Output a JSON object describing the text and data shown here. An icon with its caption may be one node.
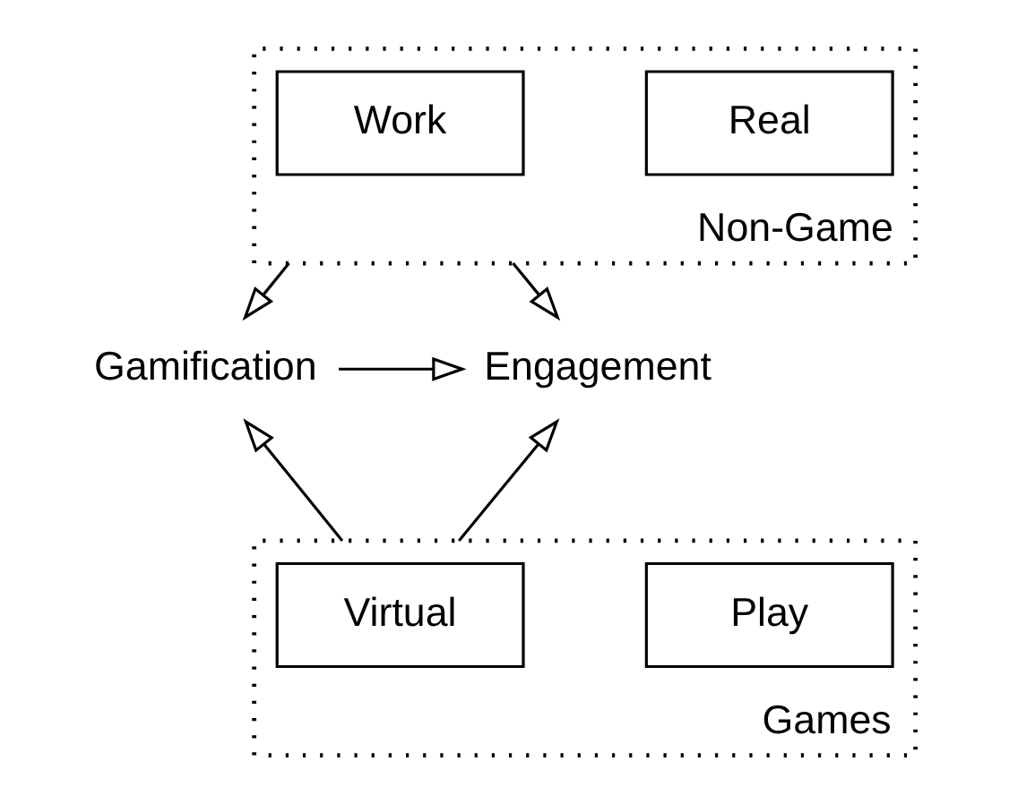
{
  "diagram": {
    "nodes": [
      {
        "text": [
          "Non-Game"
        ]
      },
      {
        "text": [
          "Real"
        ],
        "in": 0
      },
      {
        "text": [
          "Work"
        ],
        "in": 0
      },
      {
        "text": [
          "Engagement"
        ]
      },
      {
        "text": [
          "Gamification"
        ]
      },
      {
        "text": [
          "Games"
        ]
      },
      {
        "text": [
          "Play"
        ],
        "in": 5
      },
      {
        "text": [
          "Virtual"
        ],
        "in": 5
      }
    ],
    "edges": [
      {
        "from": 0,
        "to": 3,
        "arrow": "to"
      },
      {
        "from": 0,
        "to": 4,
        "arrow": "to"
      },
      {
        "from": 4,
        "to": 3,
        "arrow": "to"
      },
      {
        "from": 5,
        "to": 3,
        "arrow": "to"
      },
      {
        "from": 5,
        "to": 4,
        "arrow": "to"
      }
    ]
  }
}
